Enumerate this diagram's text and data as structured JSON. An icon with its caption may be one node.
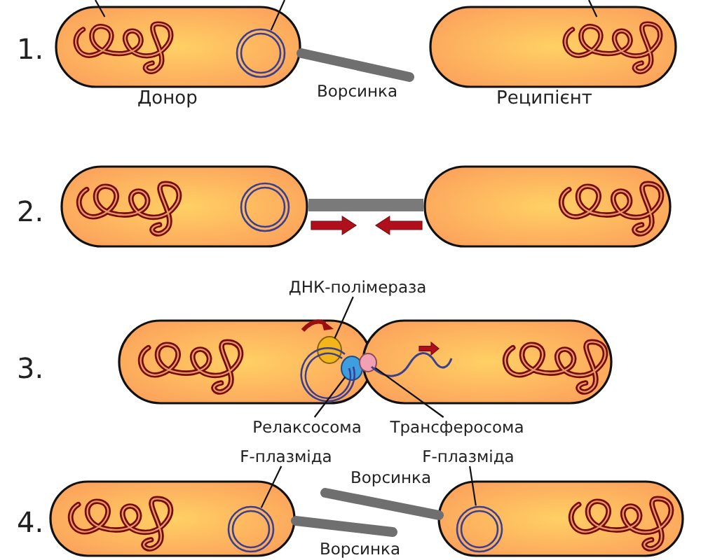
{
  "diagram": {
    "nodes": [
      {
        "text": [],
        "shape": "box",
        "beside": [
          "Донор"
        ]
      },
      {
        "text": [],
        "shape": "picture",
        "in": 0
      },
      {
        "text": [],
        "shape": "circle",
        "in": 0
      },
      {
        "text": [],
        "shape": "box",
        "beside": [
          "Реципієнт"
        ]
      },
      {
        "text": [],
        "shape": "picture",
        "in": 3
      },
      {
        "text": [],
        "shape": "box"
      },
      {
        "text": [],
        "shape": "box"
      },
      {
        "text": [],
        "shape": "box"
      },
      {
        "text": [],
        "shape": "box"
      },
      {
        "text": [
          "ДНК-полімераза"
        ]
      },
      {
        "text": [],
        "shape": "circle",
        "in": 7
      },
      {
        "text": [
          "Релаксосома"
        ]
      },
      {
        "text": [],
        "shape": "circle",
        "in": 7
      },
      {
        "text": [
          "Трансферосома"
        ]
      },
      {
        "text": [],
        "shape": "circle"
      },
      {
        "text": [],
        "shape": "box"
      },
      {
        "text": [],
        "shape": "circle",
        "in": 15
      },
      {
        "text": [],
        "shape": "box"
      },
      {
        "text": [],
        "shape": "circle",
        "in": 17
      },
      {
        "text": [
          "F-плазміда"
        ]
      },
      {
        "text": [
          "F-плазміда"
        ]
      }
    ],
    "edges": [
      {
        "from": null,
        "to": 1,
        "arrow": "none"
      },
      {
        "from": null,
        "to": 2,
        "arrow": "none"
      },
      {
        "from": null,
        "to": 4,
        "arrow": "none"
      },
      {
        "from": 9,
        "to": 10,
        "arrow": "none"
      },
      {
        "from": 11,
        "to": 12,
        "arrow": "none"
      },
      {
        "from": 13,
        "to": 14,
        "arrow": "none"
      },
      {
        "from": 19,
        "to": 16,
        "arrow": "none"
      },
      {
        "from": 20,
        "to": 18,
        "arrow": "none"
      }
    ],
    "labels": [
      "1.",
      "Ворсинка",
      "2.",
      "3.",
      "Ворсинка",
      "4.",
      "Ворсинка"
    ]
  }
}
